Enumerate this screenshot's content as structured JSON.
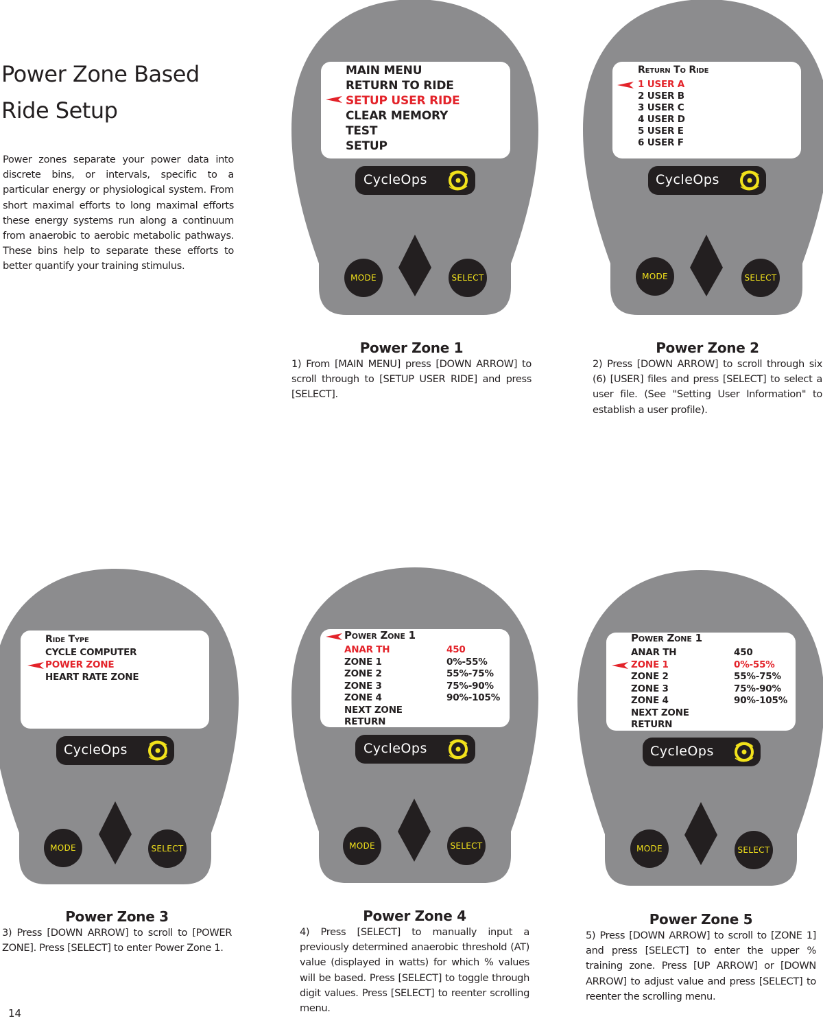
{
  "page": {
    "title_line1": "Power Zone Based",
    "title_line2": "Ride Setup",
    "intro": "Power zones separate your power data into discrete bins, or intervals, specific to a particular energy or physiological system. From short maximal efforts to long maximal efforts these energy systems run along a continuum from anaerobic to aerobic metabolic pathways. These bins help to separate these efforts to better quantify your training stimulus.",
    "page_number": "14"
  },
  "device_common": {
    "brand": "CycleOps",
    "mode_label": "MODE",
    "select_label": "SELECT",
    "colors": {
      "body": "#8c8c8e",
      "screen": "#ffffff",
      "text": "#231f20",
      "highlight": "#e3232a",
      "button": "#231f20",
      "button_text": "#f2e21b",
      "logo_mark": "#f2e21b"
    }
  },
  "devices": [
    {
      "id": "power-zone-1",
      "lines": [
        "MAIN MENU",
        "RETURN TO RIDE",
        "SETUP USER RIDE",
        "CLEAR MEMORY",
        "TEST",
        "SETUP"
      ],
      "selected_index": 2
    },
    {
      "id": "power-zone-2",
      "lines": [
        "Return To Ride",
        "1 USER A",
        "2 USER B",
        "3 USER C",
        "4 USER D",
        "5 USER E",
        "6 USER F"
      ],
      "selected_index": 1
    },
    {
      "id": "power-zone-3",
      "lines": [
        "Ride Type",
        "CYCLE COMPUTER",
        "POWER ZONE",
        "HEART RATE ZONE"
      ],
      "selected_index": 2
    },
    {
      "id": "power-zone-4",
      "header": "Power Zone 1",
      "rows": [
        {
          "label": "ANAR TH",
          "value": "450"
        },
        {
          "label": "ZONE 1",
          "value": "0%-55%"
        },
        {
          "label": "ZONE 2",
          "value": "55%-75%"
        },
        {
          "label": "ZONE 3",
          "value": "75%-90%"
        },
        {
          "label": "ZONE 4",
          "value": "90%-105%"
        },
        {
          "label": "NEXT ZONE",
          "value": ""
        },
        {
          "label": "RETURN",
          "value": ""
        }
      ],
      "pointer_on": "header",
      "highlight_row": 0
    },
    {
      "id": "power-zone-5",
      "header": "Power Zone 1",
      "rows": [
        {
          "label": "ANAR TH",
          "value": "450"
        },
        {
          "label": "ZONE 1",
          "value": "0%-55%"
        },
        {
          "label": "ZONE 2",
          "value": "55%-75%"
        },
        {
          "label": "ZONE 3",
          "value": "75%-90%"
        },
        {
          "label": "ZONE 4",
          "value": "90%-105%"
        },
        {
          "label": "NEXT ZONE",
          "value": ""
        },
        {
          "label": "RETURN",
          "value": ""
        }
      ],
      "pointer_on": "row",
      "highlight_row": 1
    }
  ],
  "steps": [
    {
      "heading": "Power Zone 1",
      "text": "1) From [MAIN MENU] press [DOWN ARROW] to scroll through to [SETUP USER RIDE] and press [SELECT]."
    },
    {
      "heading": "Power Zone 2",
      "text": "2) Press [DOWN ARROW] to scroll through six (6) [USER] files and press [SELECT] to select a user file.  (See \"Setting User Information\" to establish a user profile)."
    },
    {
      "heading": "Power Zone 3",
      "text": "3) Press [DOWN ARROW] to scroll to [POWER ZONE].  Press [SELECT] to enter Power Zone 1."
    },
    {
      "heading": "Power Zone 4",
      "text": "4) Press [SELECT] to manually input a previously determined anaerobic threshold (AT) value (displayed in watts) for which % values will be based. Press [SELECT] to toggle through digit values.    Press [SELECT] to reenter scrolling menu."
    },
    {
      "heading": "Power Zone 5",
      "text": "5) Press [DOWN ARROW] to scroll to [ZONE 1] and press [SELECT] to enter the upper % training zone. Press [UP ARROW] or [DOWN ARROW] to adjust value and press [SELECT] to reenter the scrolling menu."
    }
  ]
}
